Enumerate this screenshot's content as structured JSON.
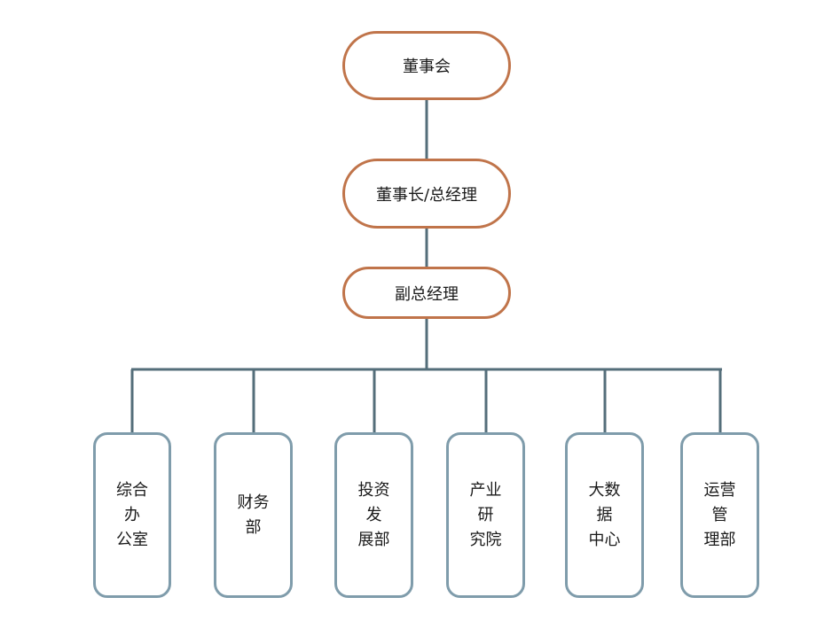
{
  "diagram": {
    "levels": [
      {
        "id": "board",
        "label": "董事会"
      },
      {
        "id": "chairman",
        "label": "董事长/总经理"
      },
      {
        "id": "vice",
        "label": "副总经理"
      }
    ],
    "departments": [
      {
        "id": "general-office",
        "line1": "综合办",
        "line2": "公室"
      },
      {
        "id": "finance",
        "line1": "财务部",
        "line2": ""
      },
      {
        "id": "investment",
        "line1": "投资发",
        "line2": "展部"
      },
      {
        "id": "research",
        "line1": "产业研",
        "line2": "究院"
      },
      {
        "id": "bigdata",
        "line1": "大数据",
        "line2": "中心"
      },
      {
        "id": "operations",
        "line1": "运营管",
        "line2": "理部"
      }
    ],
    "colors": {
      "top_border": "#c0744a",
      "dept_border": "#7f9cab",
      "connector": "#546e7a"
    }
  }
}
